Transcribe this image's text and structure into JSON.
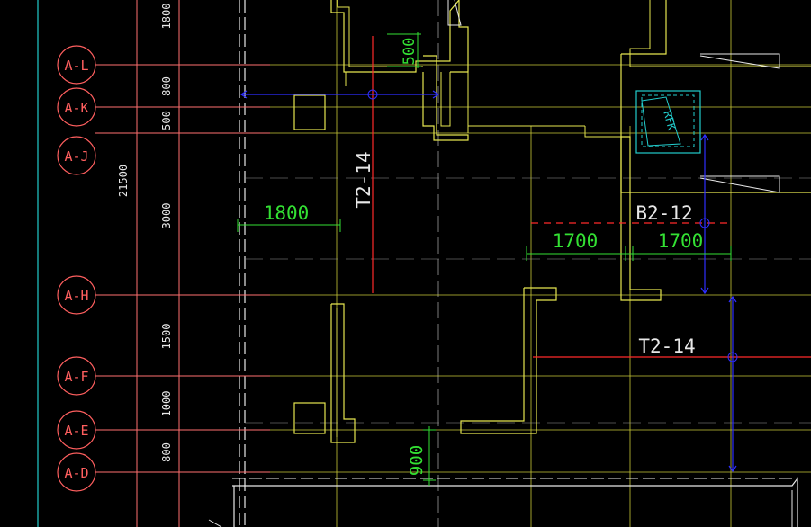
{
  "colors": {
    "axis": "#ff5f5f",
    "axis_line": "#ff6f6f",
    "grid_yellow": "#c8c838",
    "wall": "#e6e650",
    "dim_green": "#33e033",
    "dim_red": "#ff2a2a",
    "blue": "#2e2eff",
    "cyan": "#22cccc",
    "white": "#e8e8e8",
    "grey": "#9a9a9a"
  },
  "axes": [
    {
      "label": "A-L"
    },
    {
      "label": "A-K"
    },
    {
      "label": "A-J"
    },
    {
      "label": "A-H"
    },
    {
      "label": "A-F"
    },
    {
      "label": "A-E"
    },
    {
      "label": "A-D"
    }
  ],
  "row_dimensions": [
    "1800",
    "800",
    "500",
    "3000",
    "1500",
    "1000",
    "800"
  ],
  "total_dimension": "21500",
  "dimensions": {
    "d500": "500",
    "d1800": "1800",
    "d1700a": "1700",
    "d1700b": "1700",
    "d900": "900"
  },
  "tags": {
    "t2_14_vertical": "T2-14",
    "b2_12": "B2-12",
    "t2_14_horizontal": "T2-14",
    "rfk": "RFK"
  }
}
